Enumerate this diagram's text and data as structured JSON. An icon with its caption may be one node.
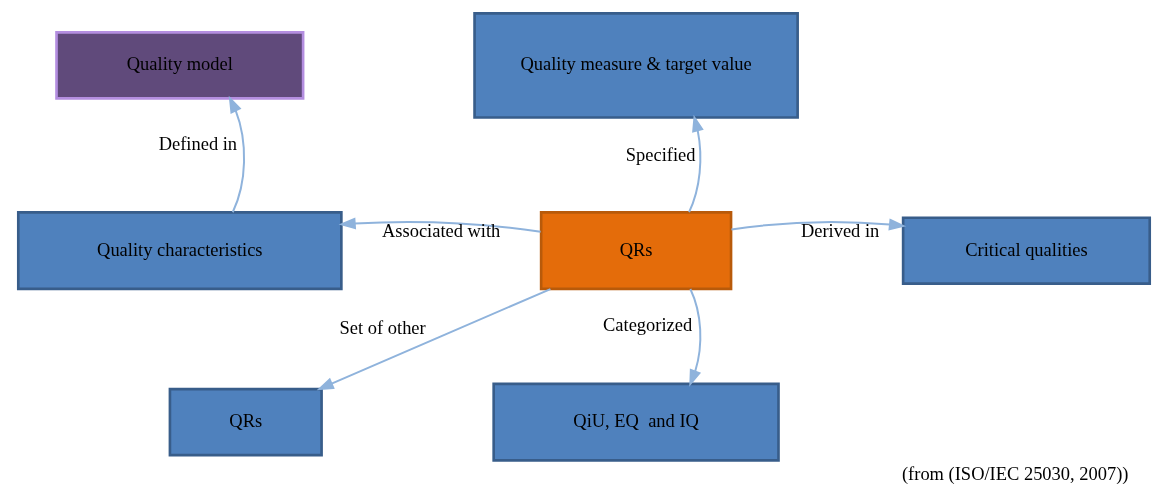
{
  "diagram": {
    "caption": "(from (ISO/IEC 25030, 2007))",
    "nodes": [
      {
        "text": [
          "Quality model"
        ]
      },
      {
        "text": [
          "Quality measure & target value"
        ]
      },
      {
        "text": [
          "Quality characteristics"
        ]
      },
      {
        "text": [
          "QRs"
        ]
      },
      {
        "text": [
          "Critical qualities"
        ]
      },
      {
        "text": [
          "QRs"
        ]
      },
      {
        "text": [
          "QiU, EQ  and IQ"
        ]
      }
    ],
    "edges": [
      {
        "from": 2,
        "to": 0,
        "arrow": "to",
        "label": "Defined in"
      },
      {
        "from": 3,
        "to": 1,
        "arrow": "to",
        "label": "Specified"
      },
      {
        "from": 3,
        "to": 2,
        "arrow": "to",
        "label": "Associated with"
      },
      {
        "from": 3,
        "to": 4,
        "arrow": "to",
        "label": "Derived in"
      },
      {
        "from": 3,
        "to": 5,
        "arrow": "to",
        "label": "Set of other"
      },
      {
        "from": 3,
        "to": 6,
        "arrow": "to",
        "label": "Categorized"
      }
    ]
  }
}
